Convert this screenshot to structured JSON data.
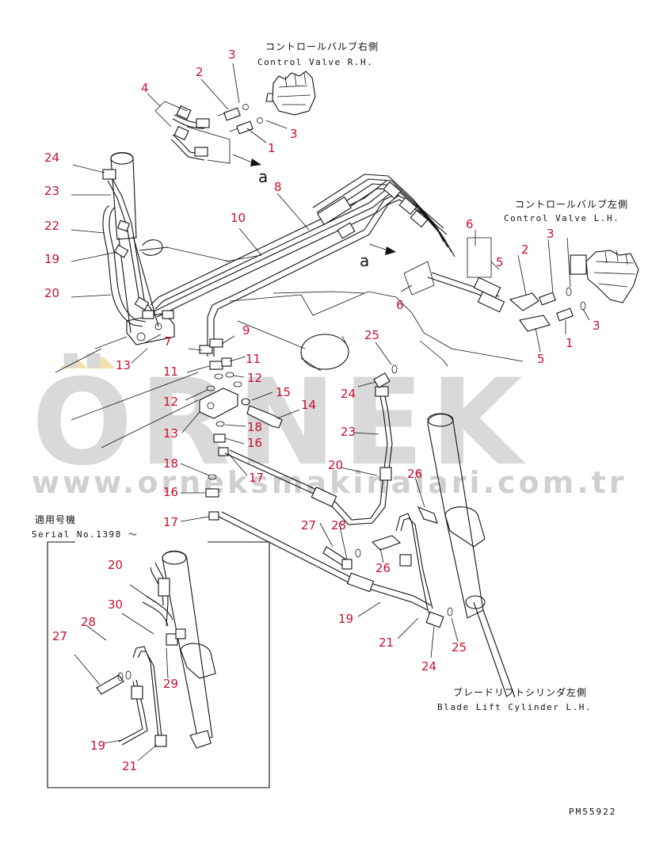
{
  "labels": {
    "cv_rh_jp": "コントロールバルブ右側",
    "cv_rh_en": "Control Valve R.H.",
    "cv_lh_jp": "コントロールバルブ左側",
    "cv_lh_en": "Control Valve L.H.",
    "blade_jp": "ブレードリフトシリンダ左側",
    "blade_en": "Blade Lift Cylinder L.H.",
    "serial_jp": "適用号機",
    "serial_en": "Serial No.1398 ～",
    "view_a": "a",
    "part_code": "PM55922"
  },
  "watermark": {
    "brand": "ÖRNEK",
    "url": "www.orneksmakinalari.com.tr"
  },
  "callouts": [
    "1",
    "2",
    "3",
    "4",
    "5",
    "6",
    "7",
    "8",
    "9",
    "10",
    "11",
    "12",
    "13",
    "14",
    "15",
    "16",
    "17",
    "18",
    "19",
    "20",
    "21",
    "22",
    "23",
    "24",
    "25",
    "26",
    "27",
    "28",
    "29",
    "30"
  ],
  "colors": {
    "callout": "#c8102e",
    "line": "#111111",
    "watermark": "#d9d9d9",
    "watermark_accent": "#f2e2a8"
  }
}
